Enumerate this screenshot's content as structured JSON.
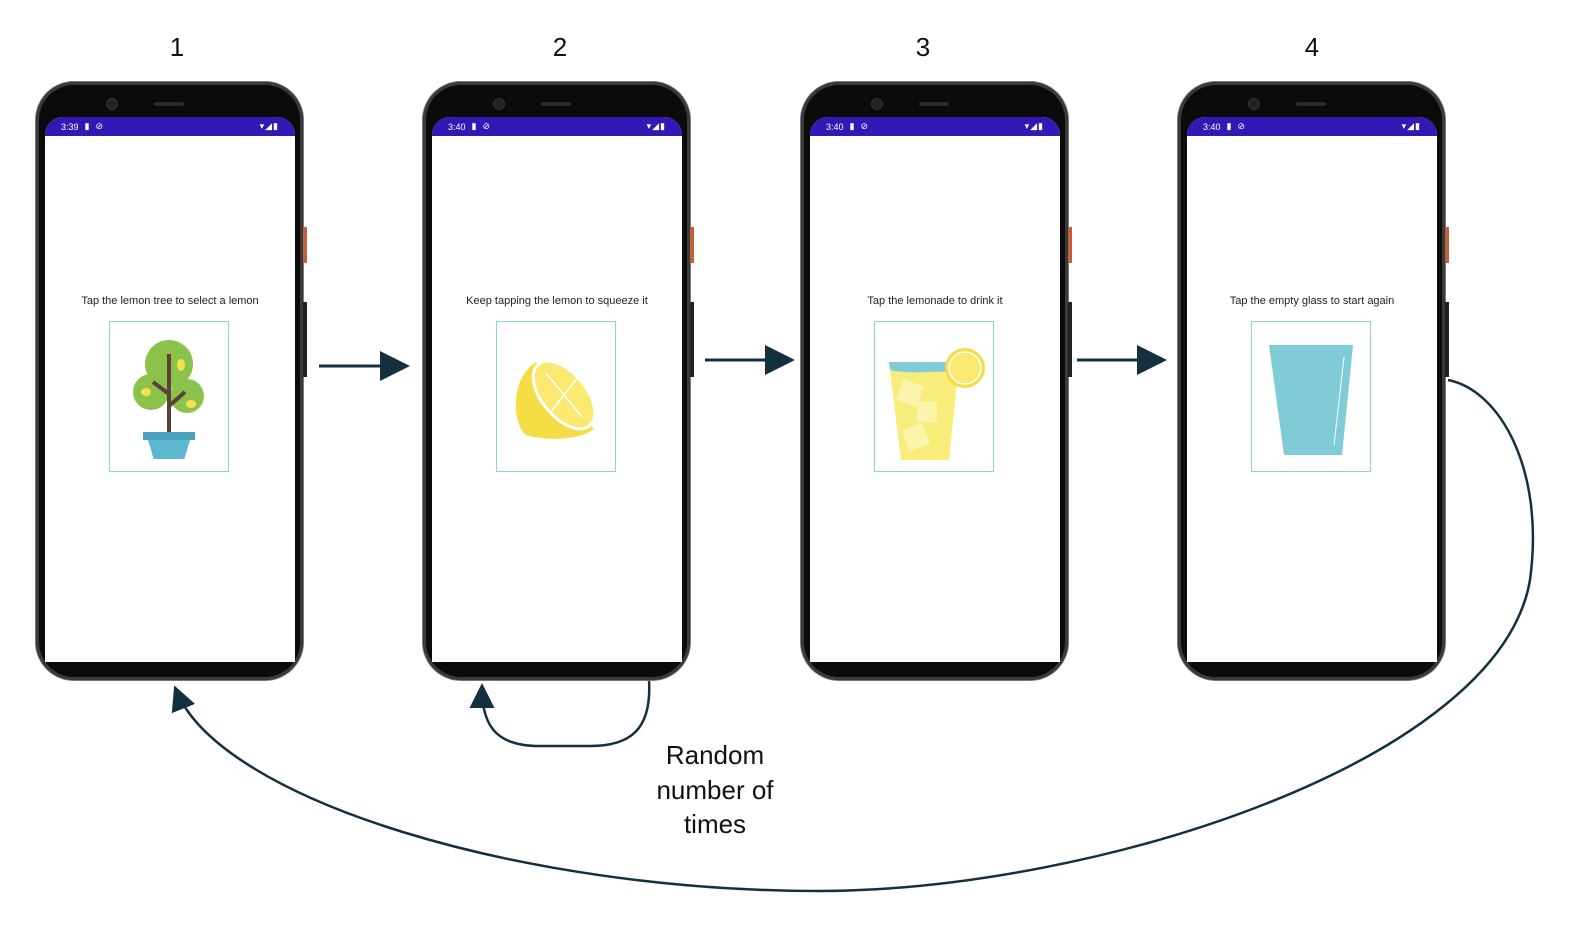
{
  "steps": [
    {
      "number": "1",
      "time": "3:39",
      "message": "Tap the lemon tree to select a lemon",
      "image": "lemon-tree"
    },
    {
      "number": "2",
      "time": "3:40",
      "message": "Keep tapping the lemon to squeeze it",
      "image": "lemon"
    },
    {
      "number": "3",
      "time": "3:40",
      "message": "Tap the lemonade to drink it",
      "image": "lemonade"
    },
    {
      "number": "4",
      "time": "3:40",
      "message": "Tap the empty glass to start again",
      "image": "empty-glass"
    }
  ],
  "loop_caption": {
    "line1": "Random",
    "line2": "number of",
    "line3": "times"
  },
  "colors": {
    "status_bar": "#3318b5",
    "arrow": "#14303f",
    "image_border": "#8fd3dc"
  }
}
